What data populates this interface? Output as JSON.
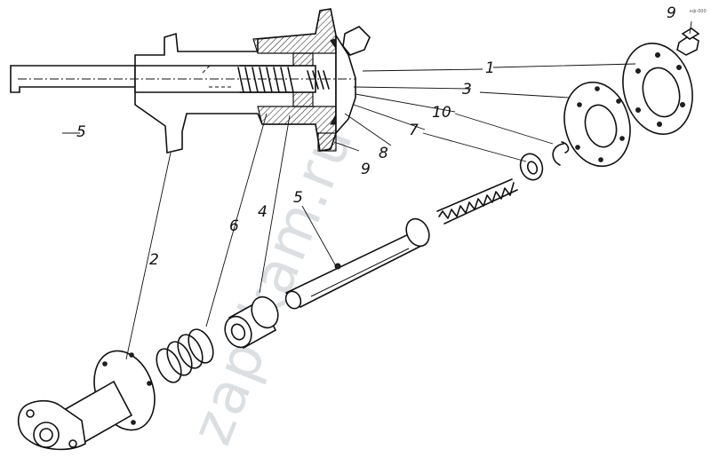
{
  "labels": {
    "l1": "1",
    "l2": "2",
    "l3": "3",
    "l4": "4",
    "l5_top": "5",
    "l5_mid": "5",
    "l6": "6",
    "l7": "7",
    "l8": "8",
    "l9_bottom": "9",
    "l9_top": "9",
    "l10": "10"
  },
  "watermark": "zap-kam.ru",
  "corner_code": "кф-000"
}
